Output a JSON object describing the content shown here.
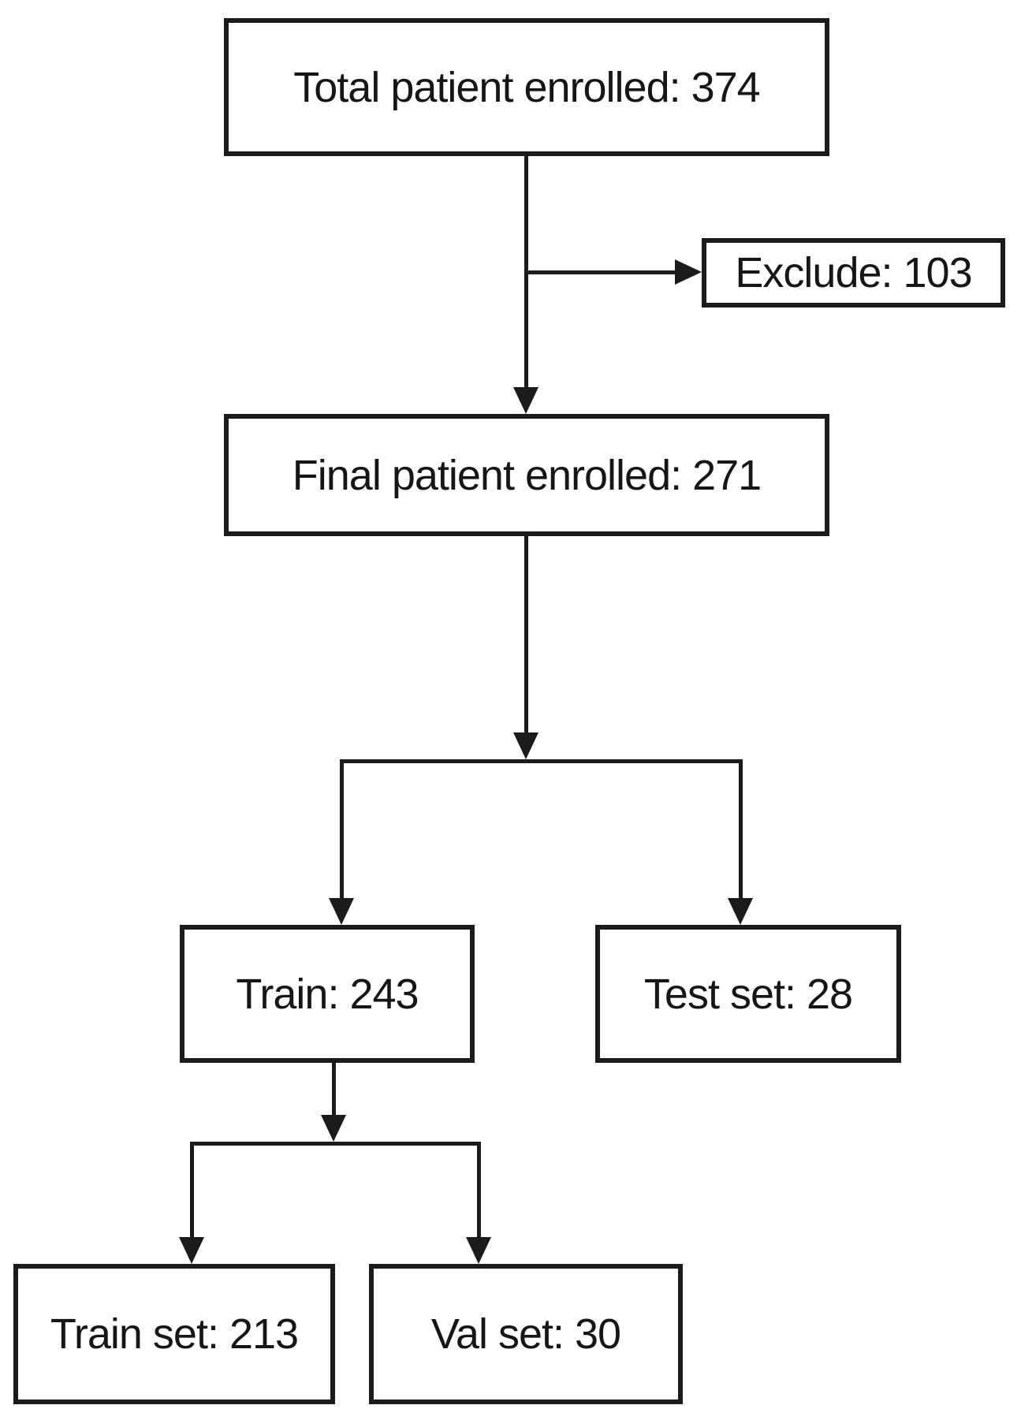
{
  "diagram": {
    "nodes": {
      "total": {
        "label": "Total patient enrolled: 374"
      },
      "exclude": {
        "label": "Exclude: 103"
      },
      "final": {
        "label": "Final patient enrolled: 271"
      },
      "train": {
        "label": "Train: 243"
      },
      "test": {
        "label": "Test set: 28"
      },
      "train_set": {
        "label": "Train set: 213"
      },
      "val_set": {
        "label": "Val set: 30"
      }
    },
    "edges": [
      {
        "from": "total",
        "to": "final"
      },
      {
        "from": "total",
        "to": "exclude"
      },
      {
        "from": "final",
        "to": "train"
      },
      {
        "from": "final",
        "to": "test"
      },
      {
        "from": "train",
        "to": "train_set"
      },
      {
        "from": "train",
        "to": "val_set"
      }
    ],
    "colors": {
      "line": "#1b1b1b",
      "text": "#161616",
      "background": "#ffffff"
    }
  }
}
